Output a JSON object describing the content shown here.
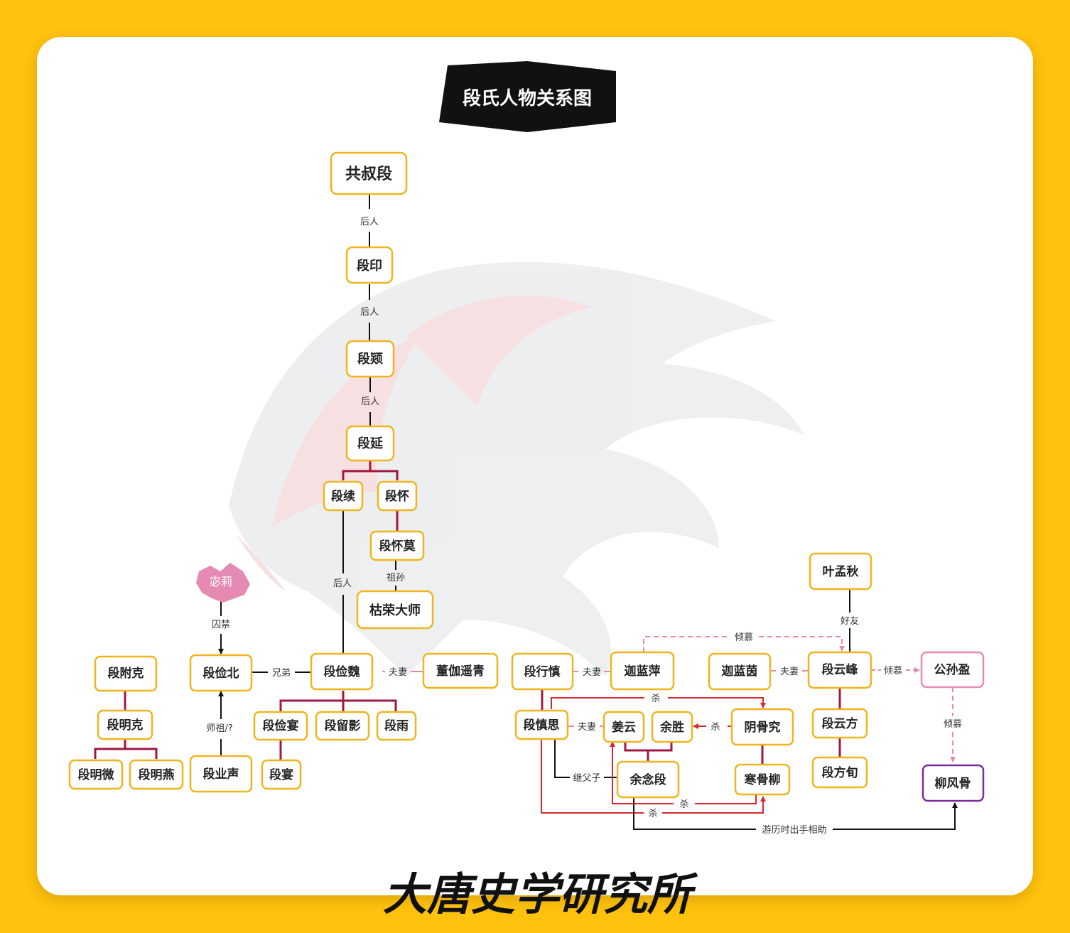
{
  "title": "段氏人物关系图",
  "colors": {
    "background": "#FFC20E",
    "card": "#FFFFFF",
    "node_border": "#F0B41E",
    "node_border_pink": "#E58AB5",
    "node_border_purple": "#7A2E9C",
    "crimson_line": "#A0173F",
    "red_line": "#D9262C",
    "pink_line": "#E58AB5",
    "black_line": "#111111"
  },
  "nodes": {
    "gongshuduan": "共叔段",
    "duanyin": "段印",
    "duanying": "段颎",
    "duanyan": "段延",
    "duanxu": "段续",
    "duanhuai": "段怀",
    "duanhuaimo": "段怀莫",
    "kurongdashi": "枯荣大师",
    "mili": "宓莉",
    "duanfuke": "段附克",
    "duanmingke": "段明克",
    "duanmingwei": "段明微",
    "duanmingyan": "段明燕",
    "duanjianbei": "段俭北",
    "duanyesheng": "段业声",
    "duanjianwei": "段俭魏",
    "dongjiayaoqing": "董伽遥青",
    "duanjianyan": "段俭宴",
    "duanliuying": "段留影",
    "duanyu": "段雨",
    "duanyan2": "段宴",
    "duanxingshen": "段行慎",
    "jialanping": "迦蓝萍",
    "duanshensi": "段慎思",
    "jiangyun": "姜云",
    "yusheng": "余胜",
    "yinguji": "阴骨究",
    "yunianduan": "余念段",
    "hanguliu": "寒骨柳",
    "yemengqiu": "叶孟秋",
    "jialanyin": "迦蓝茵",
    "duanyunfeng": "段云峰",
    "gongsunying": "公孙盈",
    "duanyunfang": "段云方",
    "duanfangxun": "段方旬",
    "liufenggu": "柳风骨"
  },
  "edge_labels": {
    "houren1": "后人",
    "houren2": "后人",
    "houren3": "后人",
    "houren4": "后人",
    "zusun": "祖孙",
    "qinjin": "囚禁",
    "xiongdi": "兄弟",
    "shizu": "师祖/?",
    "fuqi1": "夫妻",
    "fuqi2": "夫妻",
    "fuqi3": "夫妻",
    "fuqi4": "夫妻",
    "qingmu1": "倾慕",
    "qingmu2": "倾慕",
    "qingmu3": "倾慕",
    "haoyou": "好友",
    "sha1": "杀",
    "sha2": "杀",
    "sha3": "杀",
    "sha4": "杀",
    "jifuzi": "继父子",
    "youli": "游历时出手相助"
  },
  "signature": "大唐史学研究所"
}
